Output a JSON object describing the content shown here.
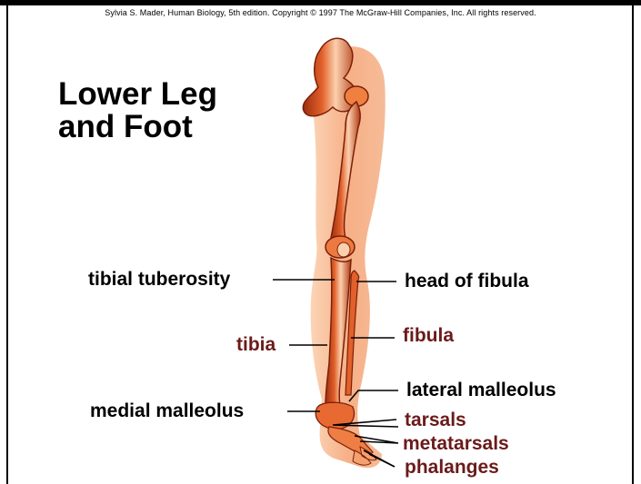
{
  "copyright": "Sylvia S. Mader, Human Biology, 5th edition. Copyright © 1997 The McGraw-Hill Companies, Inc. All rights reserved.",
  "title_lines": [
    "Lower Leg",
    "and Foot"
  ],
  "labels": {
    "tibial_tuberosity": "tibial tuberosity",
    "head_of_fibula": "head of fibula",
    "tibia": "tibia",
    "fibula": "fibula",
    "lateral_malleolus": "lateral malleolus",
    "medial_malleolus": "medial malleolus",
    "tarsals": "tarsals",
    "metatarsals": "metatarsals",
    "phalanges": "phalanges"
  },
  "colors": {
    "skin": "#f6a77a",
    "bone": "#e2602a",
    "bone_dark": "#9b2d10",
    "bone_light": "#fbd0ae",
    "label_highlight": "#6b1a1a"
  }
}
